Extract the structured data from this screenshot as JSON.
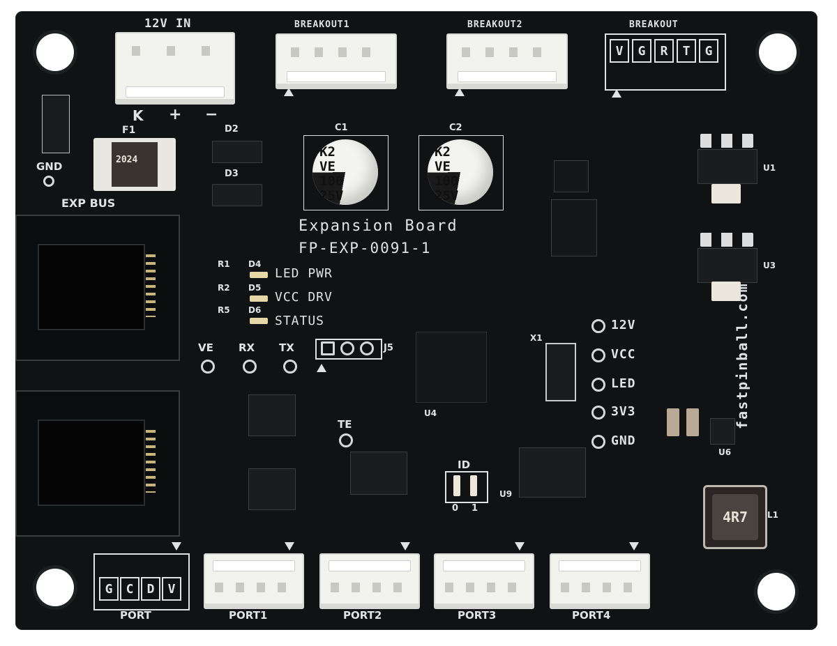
{
  "connectors_top": {
    "power": "12V IN",
    "power_pins": [
      "K",
      "+",
      "−"
    ],
    "breakout1": "BREAKOUT1",
    "breakout2": "BREAKOUT2",
    "breakout": "BREAKOUT",
    "breakout_pins": [
      "V",
      "G",
      "R",
      "T",
      "G"
    ]
  },
  "left": {
    "gnd": "GND",
    "fuse": "F1",
    "fuse_code": "2024",
    "exp_bus": "EXP BUS",
    "d2": "D2",
    "d3": "D3"
  },
  "title": {
    "line1": "Expansion Board",
    "line2": "FP-EXP-0091-1"
  },
  "caps": {
    "c1_label": "C1",
    "c2_label": "C2",
    "marking": [
      "K2",
      "VE",
      "100",
      "25V"
    ]
  },
  "leds": [
    {
      "r": "R1",
      "d": "D4",
      "label": "LED PWR"
    },
    {
      "r": "R2",
      "d": "D5",
      "label": "VCC DRV"
    },
    {
      "r": "R5",
      "d": "D6",
      "label": "STATUS"
    }
  ],
  "test_pads_left": [
    "VE",
    "RX",
    "TX"
  ],
  "test_pad_te": "TE",
  "j5": "J5",
  "right_pads": [
    "12V",
    "VCC",
    "LED",
    "3V3",
    "GND"
  ],
  "regulators": [
    "U1",
    "U3"
  ],
  "chip_labels": {
    "u4": "U4",
    "u9": "U9",
    "u6": "U6",
    "x1": "X1",
    "l1": "L1"
  },
  "inductor_mark": "4R7",
  "id_label": "ID",
  "id_bits": [
    "0",
    "1"
  ],
  "website": "fastpinball.com",
  "connectors_bottom": {
    "port": "PORT",
    "port_pins": [
      "G",
      "C",
      "D",
      "V"
    ],
    "ports": [
      "PORT1",
      "PORT2",
      "PORT3",
      "PORT4"
    ]
  },
  "colors": {
    "board": "#101214",
    "silkscreen": "#dfe3e6",
    "connector": "#f2f2ef"
  }
}
